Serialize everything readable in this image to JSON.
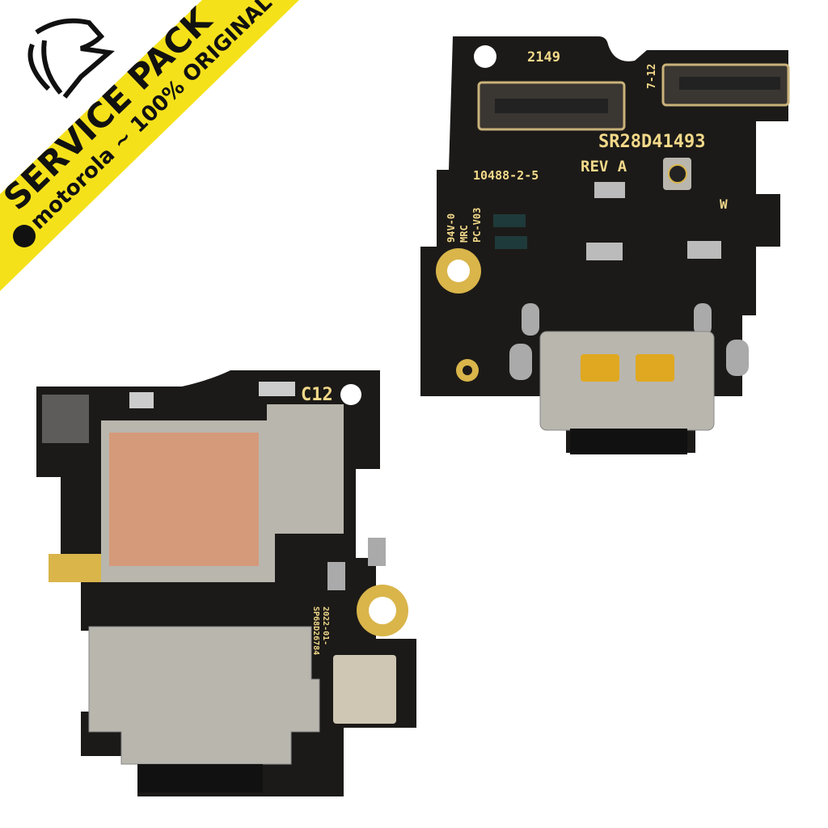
{
  "banner": {
    "title": "SERVICE PACK",
    "subtitle": "motorola ~ 100% ORIGINAL",
    "color": "#f5e11a",
    "logo": "lion-head-logo",
    "brand_icon": "motorola-m-logo"
  },
  "board_right": {
    "silkscreen": {
      "date_code": "2149",
      "part_number": "SR28D41493",
      "revision": "REV A",
      "code": "10488-2-5",
      "flammability": "94V-0",
      "ul_mark": "MRC",
      "version": "PC-V03",
      "connector_label": "7-12",
      "antenna_label": "W"
    }
  },
  "board_left": {
    "silkscreen": {
      "label": "C12",
      "date": "2022-01-",
      "part_number": "SP68D26784"
    }
  },
  "colors": {
    "pcb": "#1c1a18",
    "gold": "#d9b54a",
    "shield": "#b9b6ae",
    "copper": "#d49a7a"
  }
}
